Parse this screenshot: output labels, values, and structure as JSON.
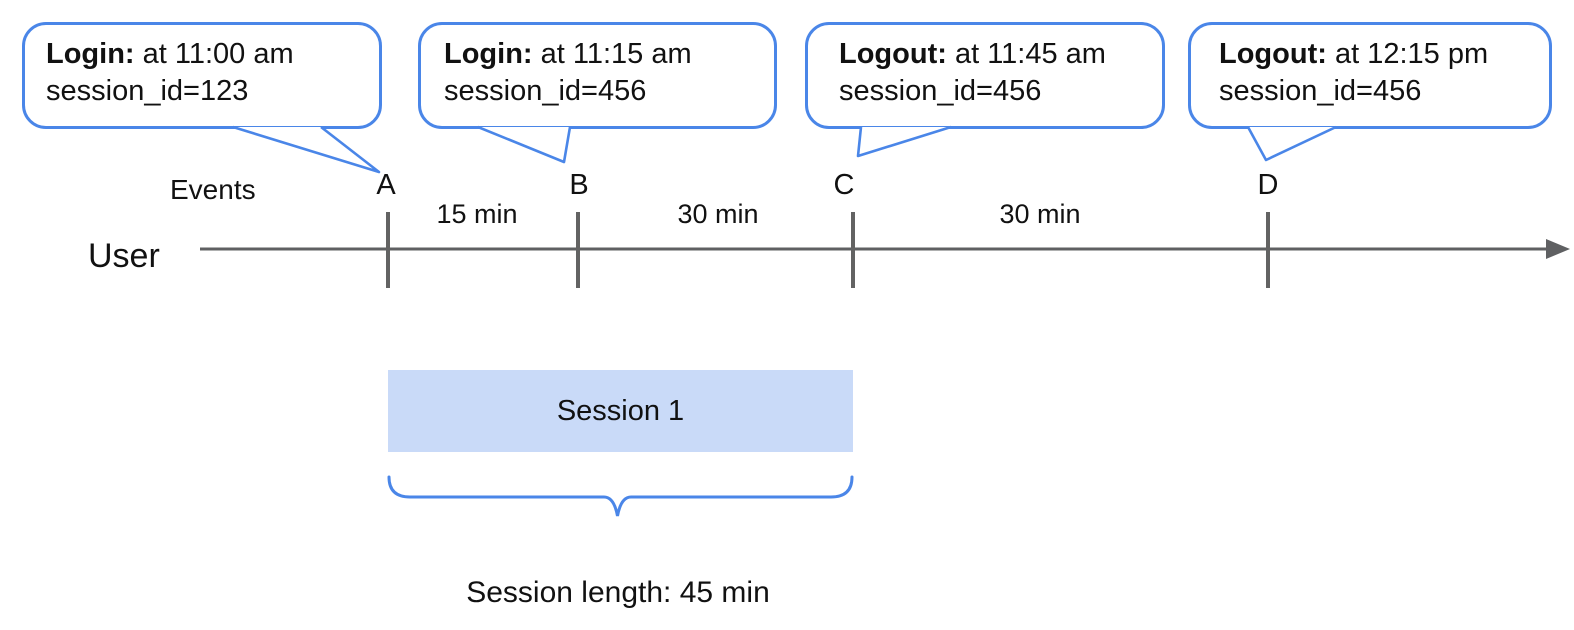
{
  "diagram": {
    "colors": {
      "accent": "#4a86e8",
      "session_fill": "#c9daf8",
      "line_gray": "#5f6062",
      "text_black": "#111111"
    },
    "callouts": [
      {
        "event": "A",
        "bold": "Login:",
        "rest": " at 11:00 am",
        "line2": "session_id=123"
      },
      {
        "event": "B",
        "bold": "Login:",
        "rest": " at 11:15 am",
        "line2": "session_id=456"
      },
      {
        "event": "C",
        "bold": "Logout:",
        "rest": " at 11:45 am",
        "line2": "session_id=456"
      },
      {
        "event": "D",
        "bold": "Logout:",
        "rest": " at 12:15 pm",
        "line2": "session_id=456"
      }
    ],
    "timeline": {
      "events_label": "Events",
      "user_label": "User",
      "event_markers": [
        "A",
        "B",
        "C",
        "D"
      ],
      "intervals": [
        "15 min",
        "30 min",
        "30 min"
      ]
    },
    "session": {
      "label": "Session 1",
      "length_label": "Session length: 45 min"
    }
  }
}
